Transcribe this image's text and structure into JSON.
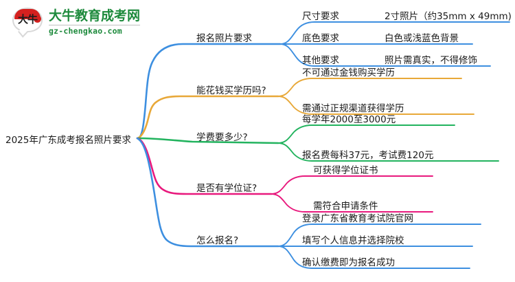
{
  "logo": {
    "mark_text": "大牛",
    "name_cn": "大牛教育成考网",
    "url": "gz-chengkao.com",
    "brand_color": "#1d8a3c",
    "mark_color": "#d5211f"
  },
  "mindmap": {
    "root": "2025年广东成考报名照片要求",
    "branches": [
      {
        "label": "报名照片要求",
        "color": "#3d8fe0",
        "children": [
          {
            "label": "尺寸要求",
            "detail": "2寸照片（约35mm x 49mm)"
          },
          {
            "label": "底色要求",
            "detail": "白色或浅蓝色背景"
          },
          {
            "label": "其他要求",
            "detail": "照片需真实，不得修饰"
          }
        ]
      },
      {
        "label": "能花钱买学历吗?",
        "color": "#e8a838",
        "children": [
          {
            "label": "不可通过金钱购买学历",
            "detail": ""
          },
          {
            "label": "需通过正规渠道获得学历",
            "detail": ""
          }
        ]
      },
      {
        "label": "学费要多少?",
        "color": "#22b35e",
        "children": [
          {
            "label": "每学年2000至3000元",
            "detail": ""
          },
          {
            "label": "报名费每科37元，考试费120元",
            "detail": ""
          }
        ]
      },
      {
        "label": "是否有学位证?",
        "color": "#e8197d",
        "children": [
          {
            "label": "可获得学位证书",
            "detail": ""
          },
          {
            "label": "需符合申请条件",
            "detail": ""
          }
        ]
      },
      {
        "label": "怎么报名?",
        "color": "#3d8fe0",
        "children": [
          {
            "label": "登录广东省教育考试院官网",
            "detail": ""
          },
          {
            "label": "填写个人信息并选择院校",
            "detail": ""
          },
          {
            "label": "确认缴费即为报名成功",
            "detail": ""
          }
        ]
      }
    ]
  }
}
